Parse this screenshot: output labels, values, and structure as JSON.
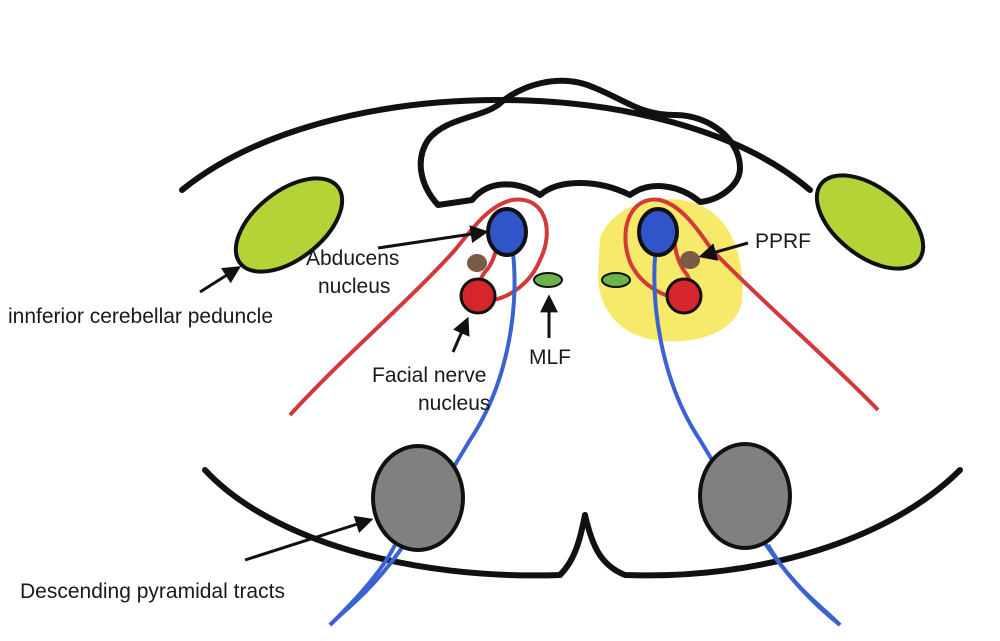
{
  "title": "Pons cross-section (abducens / facial nerve level)",
  "labels": {
    "abducens_line1": "Abducens",
    "abducens_line2": "nucleus",
    "icp": "innferior cerebellar peduncle",
    "facial_line1": "Facial nerve",
    "facial_line2": "nucleus",
    "mlf": "MLF",
    "pprf": "PPRF",
    "pyramidal": "Descending pyramidal tracts"
  },
  "colors": {
    "outline": "#111111",
    "peduncle": "#b4d336",
    "abducens": "#2f55c9",
    "facial": "#d7262b",
    "pprf": "#7a5a46",
    "mlf": "#6cb24a",
    "highlight": "#f7ea6a",
    "pyramidal": "#808080",
    "nerve_blue": "#3a62d1",
    "nerve_red": "#d23a3a"
  }
}
